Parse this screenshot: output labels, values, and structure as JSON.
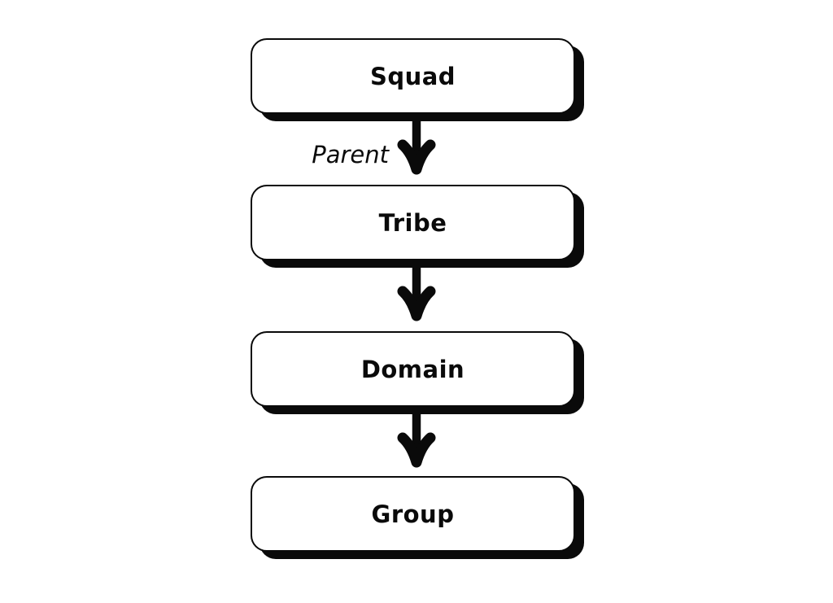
{
  "canvas": {
    "background": "#ffffff",
    "ink": "#0a0a0a",
    "box_fill": "#ffffff"
  },
  "flowchart": {
    "type": "vertical-hierarchy",
    "nodes": [
      {
        "label": "Squad"
      },
      {
        "label": "Tribe"
      },
      {
        "label": "Domain"
      },
      {
        "label": "Group"
      }
    ],
    "edges": [
      {
        "from": "Squad",
        "to": "Tribe",
        "label": "Parent"
      },
      {
        "from": "Tribe",
        "to": "Domain",
        "label": ""
      },
      {
        "from": "Domain",
        "to": "Group",
        "label": ""
      }
    ]
  }
}
